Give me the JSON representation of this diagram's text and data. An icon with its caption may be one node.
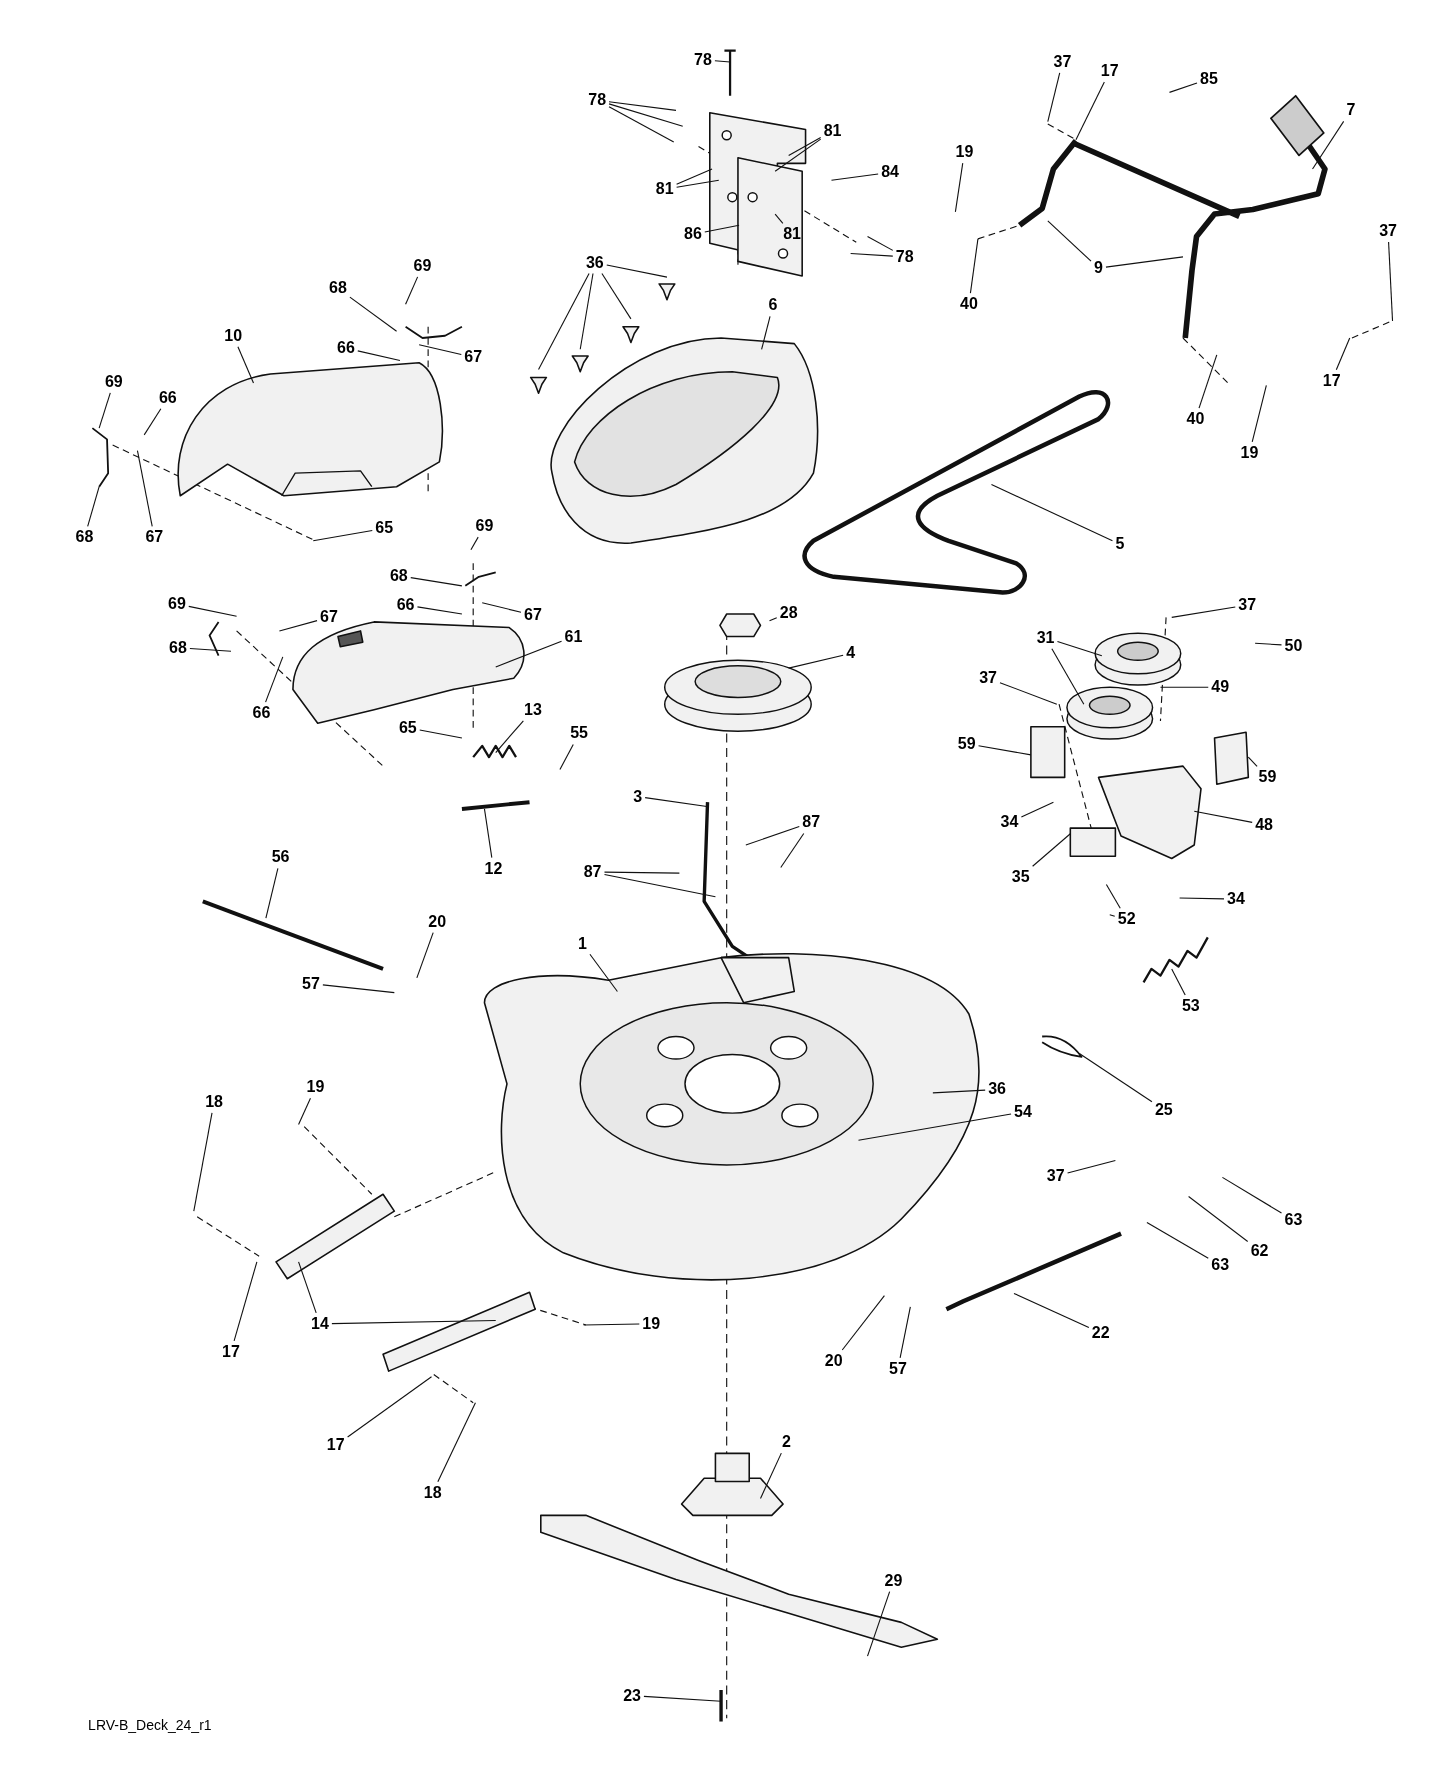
{
  "diagram": {
    "nodes": [
      {
        "text": [
          "78"
        ]
      },
      {
        "text": [
          "78"
        ]
      },
      {
        "text": [
          "81"
        ]
      },
      {
        "text": [
          "81"
        ]
      },
      {
        "text": [
          "84"
        ]
      },
      {
        "text": [
          "86"
        ]
      },
      {
        "text": [
          "81"
        ]
      },
      {
        "text": [
          "78"
        ]
      },
      {
        "text": [
          "37"
        ]
      },
      {
        "text": [
          "17"
        ]
      },
      {
        "text": [
          "85"
        ]
      },
      {
        "text": [
          "7"
        ]
      },
      {
        "text": [
          "19"
        ]
      },
      {
        "text": [
          "40"
        ]
      },
      {
        "text": [
          "9"
        ]
      },
      {
        "text": [
          "37"
        ]
      },
      {
        "text": [
          "17"
        ]
      },
      {
        "text": [
          "40"
        ]
      },
      {
        "text": [
          "19"
        ]
      },
      {
        "text": [
          "36"
        ]
      },
      {
        "text": [
          "6"
        ]
      },
      {
        "text": [
          "5"
        ]
      },
      {
        "text": [
          "69"
        ]
      },
      {
        "text": [
          "68"
        ]
      },
      {
        "text": [
          "66"
        ]
      },
      {
        "text": [
          "67"
        ]
      },
      {
        "text": [
          "10"
        ]
      },
      {
        "text": [
          "69"
        ]
      },
      {
        "text": [
          "66"
        ]
      },
      {
        "text": [
          "68"
        ]
      },
      {
        "text": [
          "67"
        ]
      },
      {
        "text": [
          "65"
        ]
      },
      {
        "text": [
          "69"
        ]
      },
      {
        "text": [
          "68"
        ]
      },
      {
        "text": [
          "66"
        ]
      },
      {
        "text": [
          "67"
        ]
      },
      {
        "text": [
          "61"
        ]
      },
      {
        "text": [
          "69"
        ]
      },
      {
        "text": [
          "67"
        ]
      },
      {
        "text": [
          "68"
        ]
      },
      {
        "text": [
          "66"
        ]
      },
      {
        "text": [
          "65"
        ]
      },
      {
        "text": [
          "13"
        ]
      },
      {
        "text": [
          "55"
        ]
      },
      {
        "text": [
          "12"
        ]
      },
      {
        "text": [
          "3"
        ]
      },
      {
        "text": [
          "87"
        ]
      },
      {
        "text": [
          "87"
        ]
      },
      {
        "text": [
          "28"
        ]
      },
      {
        "text": [
          "4"
        ]
      },
      {
        "text": [
          "56"
        ]
      },
      {
        "text": [
          "20"
        ]
      },
      {
        "text": [
          "57"
        ]
      },
      {
        "text": [
          "1"
        ]
      },
      {
        "text": [
          "37"
        ]
      },
      {
        "text": [
          "31"
        ]
      },
      {
        "text": [
          "50"
        ]
      },
      {
        "text": [
          "37"
        ]
      },
      {
        "text": [
          "49"
        ]
      },
      {
        "text": [
          "59"
        ]
      },
      {
        "text": [
          "59"
        ]
      },
      {
        "text": [
          "34"
        ]
      },
      {
        "text": [
          "48"
        ]
      },
      {
        "text": [
          "35"
        ]
      },
      {
        "text": [
          "52"
        ]
      },
      {
        "text": [
          "34"
        ]
      },
      {
        "text": [
          "53"
        ]
      },
      {
        "text": [
          "25"
        ]
      },
      {
        "text": [
          "36"
        ]
      },
      {
        "text": [
          "54"
        ]
      },
      {
        "text": [
          "37"
        ]
      },
      {
        "text": [
          "63"
        ]
      },
      {
        "text": [
          "62"
        ]
      },
      {
        "text": [
          "63"
        ]
      },
      {
        "text": [
          "22"
        ]
      },
      {
        "text": [
          "20"
        ]
      },
      {
        "text": [
          "57"
        ]
      },
      {
        "text": [
          "19"
        ]
      },
      {
        "text": [
          "18"
        ]
      },
      {
        "text": [
          "17"
        ]
      },
      {
        "text": [
          "14"
        ]
      },
      {
        "text": [
          "19"
        ]
      },
      {
        "text": [
          "17"
        ]
      },
      {
        "text": [
          "18"
        ]
      },
      {
        "text": [
          "2"
        ]
      },
      {
        "text": [
          "29"
        ]
      },
      {
        "text": [
          "23"
        ]
      }
    ],
    "edges": [
      {
        "from": 0,
        "to": null,
        "arrow": "none"
      },
      {
        "from": 1,
        "to": null,
        "arrow": "none"
      },
      {
        "from": 1,
        "to": null,
        "arrow": "none"
      },
      {
        "from": 1,
        "to": null,
        "arrow": "none"
      },
      {
        "from": 2,
        "to": null,
        "arrow": "none"
      },
      {
        "from": 2,
        "to": null,
        "arrow": "none"
      },
      {
        "from": 3,
        "to": null,
        "arrow": "none"
      },
      {
        "from": 3,
        "to": null,
        "arrow": "none"
      },
      {
        "from": 4,
        "to": null,
        "arrow": "none"
      },
      {
        "from": 5,
        "to": null,
        "arrow": "none"
      },
      {
        "from": 6,
        "to": null,
        "arrow": "none"
      },
      {
        "from": 7,
        "to": null,
        "arrow": "none"
      },
      {
        "from": 7,
        "to": null,
        "arrow": "none"
      },
      {
        "from": 8,
        "to": null,
        "arrow": "none"
      },
      {
        "from": 9,
        "to": null,
        "arrow": "none"
      },
      {
        "from": 10,
        "to": null,
        "arrow": "none"
      },
      {
        "from": 11,
        "to": null,
        "arrow": "none"
      },
      {
        "from": 12,
        "to": null,
        "arrow": "none"
      },
      {
        "from": 13,
        "to": null,
        "arrow": "none"
      },
      {
        "from": 14,
        "to": null,
        "arrow": "none"
      },
      {
        "from": 14,
        "to": null,
        "arrow": "none"
      },
      {
        "from": 15,
        "to": null,
        "arrow": "none"
      },
      {
        "from": 16,
        "to": null,
        "arrow": "none"
      },
      {
        "from": 17,
        "to": null,
        "arrow": "none"
      },
      {
        "from": 18,
        "to": null,
        "arrow": "none"
      },
      {
        "from": 19,
        "to": null,
        "arrow": "none"
      },
      {
        "from": 19,
        "to": null,
        "arrow": "none"
      },
      {
        "from": 19,
        "to": null,
        "arrow": "none"
      },
      {
        "from": 19,
        "to": null,
        "arrow": "none"
      },
      {
        "from": 20,
        "to": null,
        "arrow": "none"
      },
      {
        "from": 21,
        "to": null,
        "arrow": "none"
      },
      {
        "from": 22,
        "to": null,
        "arrow": "none"
      },
      {
        "from": 23,
        "to": null,
        "arrow": "none"
      },
      {
        "from": 24,
        "to": null,
        "arrow": "none"
      },
      {
        "from": 25,
        "to": null,
        "arrow": "none"
      },
      {
        "from": 26,
        "to": null,
        "arrow": "none"
      },
      {
        "from": 27,
        "to": null,
        "arrow": "none"
      },
      {
        "from": 28,
        "to": null,
        "arrow": "none"
      },
      {
        "from": 29,
        "to": null,
        "arrow": "none"
      },
      {
        "from": 30,
        "to": null,
        "arrow": "none"
      },
      {
        "from": 31,
        "to": null,
        "arrow": "none"
      },
      {
        "from": 32,
        "to": null,
        "arrow": "none"
      },
      {
        "from": 33,
        "to": null,
        "arrow": "none"
      },
      {
        "from": 34,
        "to": null,
        "arrow": "none"
      },
      {
        "from": 35,
        "to": null,
        "arrow": "none"
      },
      {
        "from": 36,
        "to": null,
        "arrow": "none"
      },
      {
        "from": 37,
        "to": null,
        "arrow": "none"
      },
      {
        "from": 38,
        "to": null,
        "arrow": "none"
      },
      {
        "from": 39,
        "to": null,
        "arrow": "none"
      },
      {
        "from": 40,
        "to": null,
        "arrow": "none"
      },
      {
        "from": 41,
        "to": null,
        "arrow": "none"
      },
      {
        "from": 42,
        "to": null,
        "arrow": "none"
      },
      {
        "from": 43,
        "to": null,
        "arrow": "none"
      },
      {
        "from": 44,
        "to": null,
        "arrow": "none"
      },
      {
        "from": 45,
        "to": null,
        "arrow": "none"
      },
      {
        "from": 46,
        "to": null,
        "arrow": "none"
      },
      {
        "from": 46,
        "to": null,
        "arrow": "none"
      },
      {
        "from": 47,
        "to": null,
        "arrow": "none"
      },
      {
        "from": 47,
        "to": null,
        "arrow": "none"
      },
      {
        "from": 48,
        "to": null,
        "arrow": "none"
      },
      {
        "from": 49,
        "to": null,
        "arrow": "none"
      },
      {
        "from": 50,
        "to": null,
        "arrow": "none"
      },
      {
        "from": 51,
        "to": null,
        "arrow": "none"
      },
      {
        "from": 52,
        "to": null,
        "arrow": "none"
      },
      {
        "from": 53,
        "to": null,
        "arrow": "none"
      },
      {
        "from": 54,
        "to": null,
        "arrow": "none"
      },
      {
        "from": 55,
        "to": null,
        "arrow": "none"
      },
      {
        "from": 55,
        "to": null,
        "arrow": "none"
      },
      {
        "from": 56,
        "to": null,
        "arrow": "none"
      },
      {
        "from": 57,
        "to": null,
        "arrow": "none"
      },
      {
        "from": 58,
        "to": null,
        "arrow": "none"
      },
      {
        "from": 59,
        "to": null,
        "arrow": "none"
      },
      {
        "from": 60,
        "to": null,
        "arrow": "none"
      },
      {
        "from": 61,
        "to": null,
        "arrow": "none"
      },
      {
        "from": 62,
        "to": null,
        "arrow": "none"
      },
      {
        "from": 63,
        "to": null,
        "arrow": "none"
      },
      {
        "from": 64,
        "to": null,
        "arrow": "none"
      },
      {
        "from": 64,
        "to": null,
        "arrow": "none"
      },
      {
        "from": 65,
        "to": null,
        "arrow": "none"
      },
      {
        "from": 66,
        "to": null,
        "arrow": "none"
      },
      {
        "from": 67,
        "to": null,
        "arrow": "none"
      },
      {
        "from": 68,
        "to": null,
        "arrow": "none"
      },
      {
        "from": 69,
        "to": null,
        "arrow": "none"
      },
      {
        "from": 70,
        "to": null,
        "arrow": "none"
      },
      {
        "from": 71,
        "to": null,
        "arrow": "none"
      },
      {
        "from": 72,
        "to": null,
        "arrow": "none"
      },
      {
        "from": 73,
        "to": null,
        "arrow": "none"
      },
      {
        "from": 74,
        "to": null,
        "arrow": "none"
      },
      {
        "from": 75,
        "to": null,
        "arrow": "none"
      },
      {
        "from": 76,
        "to": null,
        "arrow": "none"
      },
      {
        "from": 77,
        "to": null,
        "arrow": "none"
      },
      {
        "from": 78,
        "to": null,
        "arrow": "none"
      },
      {
        "from": 79,
        "to": null,
        "arrow": "none"
      },
      {
        "from": 80,
        "to": null,
        "arrow": "none"
      },
      {
        "from": 80,
        "to": null,
        "arrow": "none"
      },
      {
        "from": 81,
        "to": null,
        "arrow": "none"
      },
      {
        "from": 82,
        "to": null,
        "arrow": "none"
      },
      {
        "from": 83,
        "to": null,
        "arrow": "none"
      },
      {
        "from": 84,
        "to": null,
        "arrow": "none"
      },
      {
        "from": 85,
        "to": null,
        "arrow": "none"
      },
      {
        "from": 86,
        "to": null,
        "arrow": "none"
      }
    ],
    "labels": [
      "LRV-B_Deck_24_r1"
    ]
  }
}
